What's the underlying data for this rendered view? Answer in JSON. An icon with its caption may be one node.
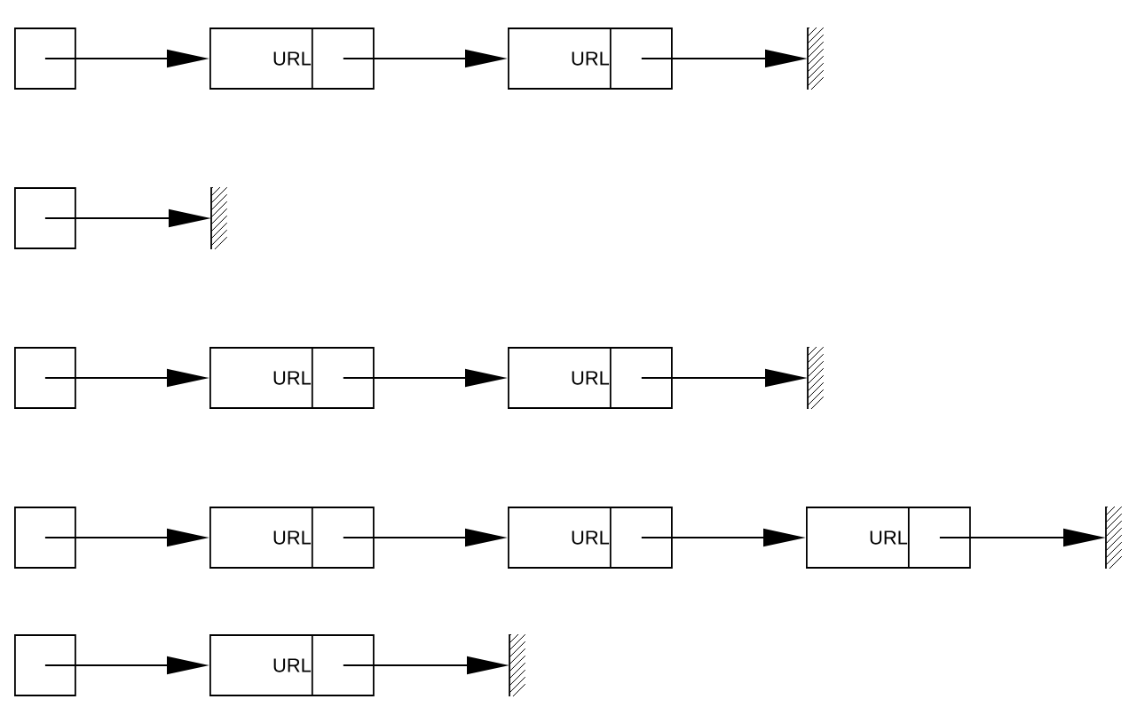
{
  "diagram": {
    "nodes": [
      {
        "text": [],
        "shape": "box"
      },
      {
        "text": [
          "URL"
        ]
      },
      {
        "text": [
          "URL"
        ]
      },
      {
        "text": [],
        "shape": "bar"
      },
      {
        "text": [],
        "shape": "box"
      },
      {
        "text": [],
        "shape": "bar"
      },
      {
        "text": [],
        "shape": "box"
      },
      {
        "text": [
          "URL"
        ]
      },
      {
        "text": [
          "URL"
        ]
      },
      {
        "text": [],
        "shape": "bar"
      },
      {
        "text": [],
        "shape": "box"
      },
      {
        "text": [
          "URL"
        ]
      },
      {
        "text": [
          "URL"
        ]
      },
      {
        "text": [
          "URL"
        ]
      },
      {
        "text": [],
        "shape": "bar"
      },
      {
        "text": [],
        "shape": "box"
      },
      {
        "text": [
          "URL"
        ]
      },
      {
        "text": [],
        "shape": "bar"
      }
    ],
    "edges": [
      {
        "from": 0,
        "to": 1,
        "arrow": "to"
      },
      {
        "from": 1,
        "to": 2,
        "arrow": "to"
      },
      {
        "from": 2,
        "to": 3,
        "arrow": "to"
      },
      {
        "from": 4,
        "to": 5,
        "arrow": "to"
      },
      {
        "from": 6,
        "to": 7,
        "arrow": "to"
      },
      {
        "from": 7,
        "to": 8,
        "arrow": "to"
      },
      {
        "from": 8,
        "to": 9,
        "arrow": "to"
      },
      {
        "from": 10,
        "to": 11,
        "arrow": "to"
      },
      {
        "from": 11,
        "to": 12,
        "arrow": "to"
      },
      {
        "from": 12,
        "to": 13,
        "arrow": "to"
      },
      {
        "from": 13,
        "to": 14,
        "arrow": "to"
      },
      {
        "from": 15,
        "to": 16,
        "arrow": "to"
      },
      {
        "from": 16,
        "to": 17,
        "arrow": "to"
      }
    ]
  }
}
